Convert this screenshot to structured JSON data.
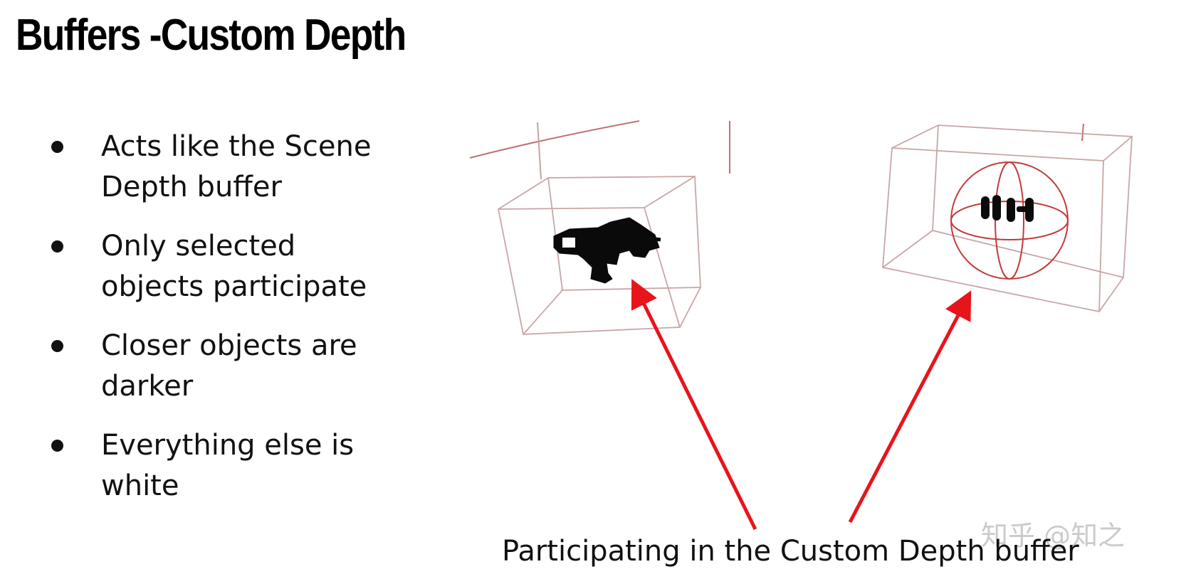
{
  "slide": {
    "title": "Buffers -Custom Depth",
    "bullets": [
      {
        "line1": "Acts like the Scene",
        "line2": "Depth buffer"
      },
      {
        "line1": "Only selected",
        "line2": "objects participate"
      },
      {
        "line1": "Closer objects are",
        "line2": "darker"
      },
      {
        "line1": "Everything else is",
        "line2": "white"
      }
    ],
    "caption": "Participating in the Custom Depth buffer",
    "watermark": "知乎 @知之"
  },
  "colors": {
    "arrow": "#e8141b",
    "wireframe_box": "#c8a6a6",
    "sphere": "#c23a3a",
    "text": "#111111"
  },
  "icons": {
    "bullet": "filled-circle",
    "weapon": "submachine-gun-silhouette",
    "pickup": "pickup-shape-silhouette"
  }
}
